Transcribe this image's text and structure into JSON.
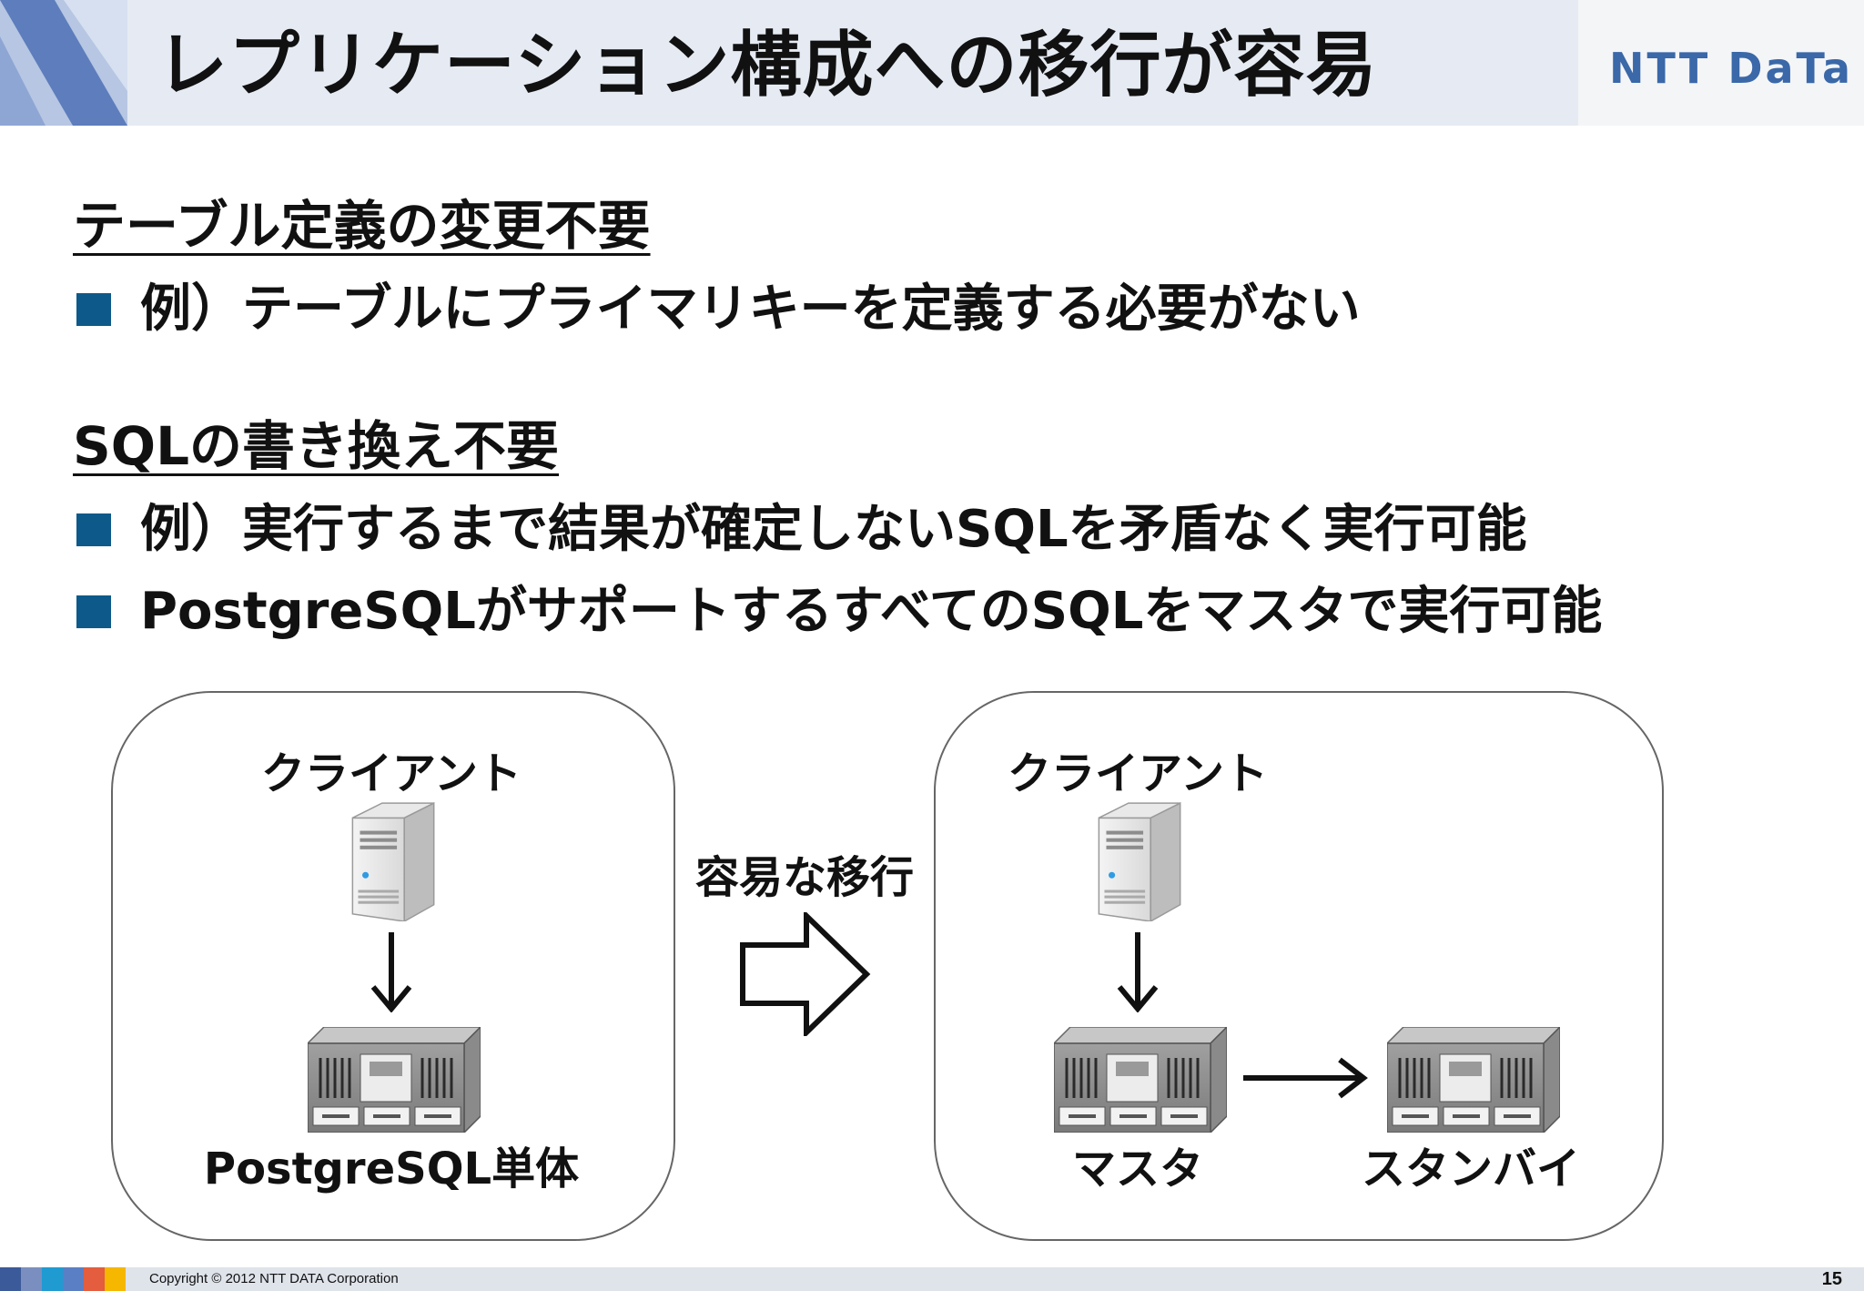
{
  "header": {
    "title": "レプリケーション構成への移行が容易",
    "logo_text": "NTT DaTa"
  },
  "sections": [
    {
      "heading": "テーブル定義の変更不要",
      "bullets": [
        "例）テーブルにプライマリキーを定義する必要がない"
      ]
    },
    {
      "heading": "SQLの書き換え不要",
      "bullets": [
        "例）実行するまで結果が確定しないSQLを矛盾なく実行可能",
        "PostgreSQLがサポートするすべてのSQLをマスタで実行可能"
      ]
    }
  ],
  "diagram": {
    "left_panel": {
      "client_label": "クライアント",
      "db_label": "PostgreSQL単体"
    },
    "transition_label": "容易な移行",
    "right_panel": {
      "client_label": "クライアント",
      "master_label": "マスタ",
      "standby_label": "スタンバイ"
    },
    "icons": [
      "client-server-icon",
      "database-server-icon",
      "down-arrow-icon",
      "right-arrow-icon",
      "outline-arrow-icon"
    ]
  },
  "footer": {
    "copyright": "Copyright © 2012 NTT DATA Corporation",
    "page_number": "15",
    "color_bars": [
      "#3b5a9a",
      "#7a8fbf",
      "#1f9bd1",
      "#5b7fc4",
      "#e35d3e",
      "#f5b700"
    ]
  },
  "colors": {
    "header_bg": "#e6ebf3",
    "bullet_marker": "#0d5a8a",
    "logo": "#3a68a8"
  }
}
